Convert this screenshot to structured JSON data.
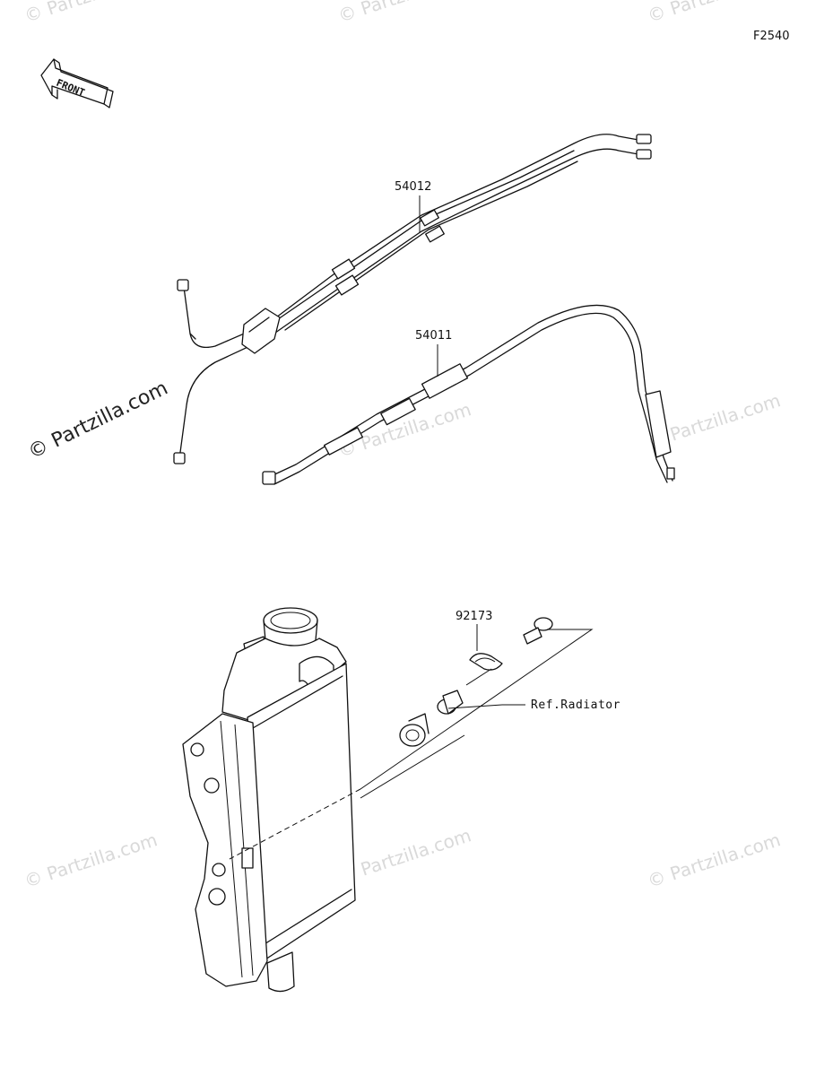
{
  "figure_code": "F2540",
  "front_label": "FRONT",
  "callouts": {
    "throttle_cable": "54012",
    "clutch_cable": "54011",
    "clip": "92173",
    "reference": "Ref.Radiator"
  },
  "watermark": "© Partzilla.com",
  "logo_text": "© Partzilla.com"
}
